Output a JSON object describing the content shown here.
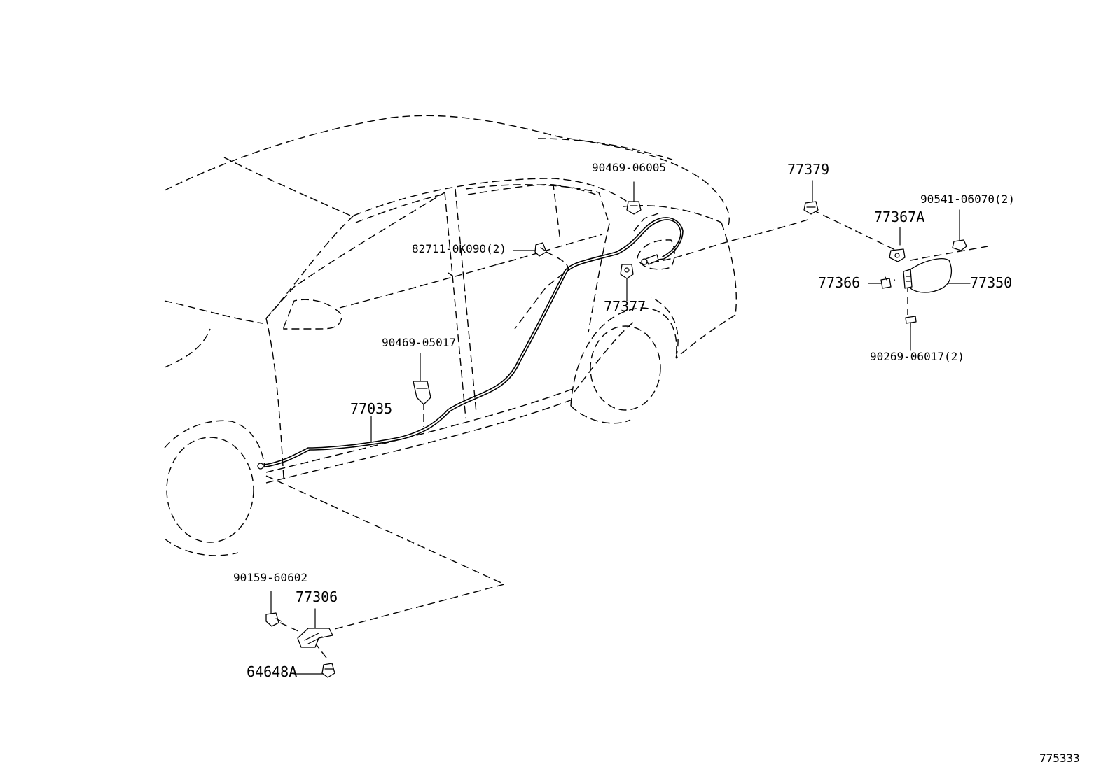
{
  "diagram_id": "775333",
  "parts": {
    "clip_90469_06005": "90469-06005",
    "bolt_82711": "82711-0K090(2)",
    "clamp_90469_05017": "90469-05017",
    "cable_77035": "77035",
    "stopper_77377": "77377",
    "housing_77379": "77379",
    "hinge_77367a": "77367A",
    "nut_90541": "90541-06070(2)",
    "lock_77366": "77366",
    "door_77350": "77350",
    "screw_90269": "90269-06017(2)",
    "screw_90159": "90159-60602",
    "lever_77306": "77306",
    "cap_64648a": "64648A"
  }
}
